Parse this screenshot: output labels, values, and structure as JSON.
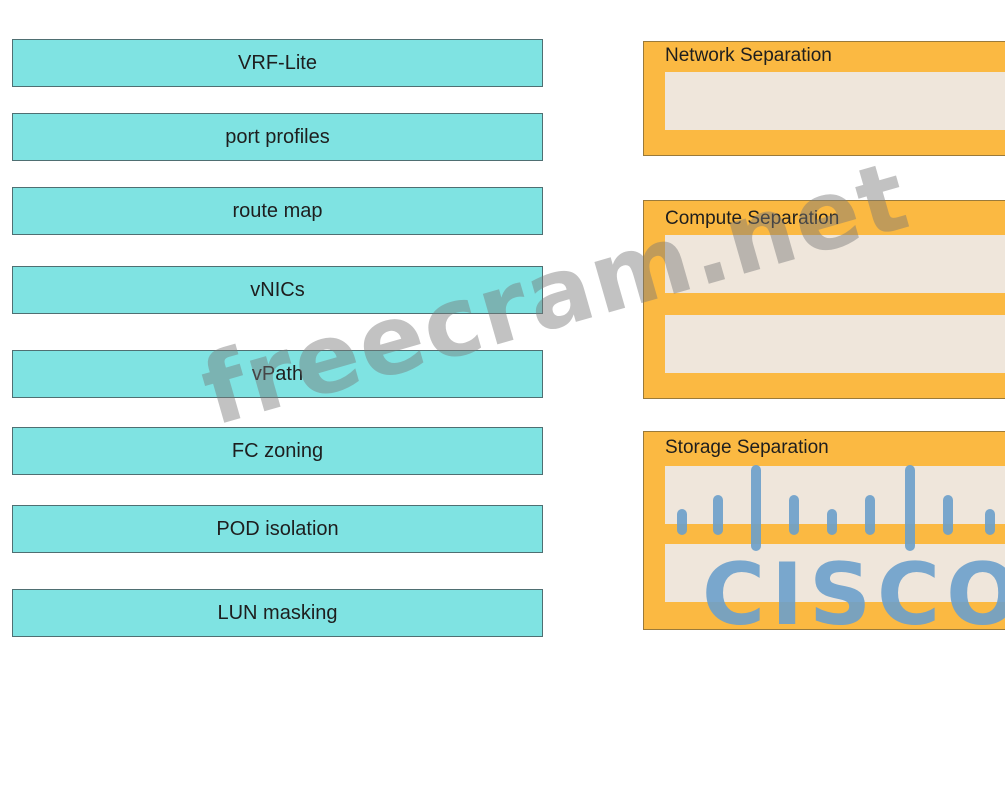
{
  "options": [
    {
      "label": "VRF-Lite"
    },
    {
      "label": "port profiles"
    },
    {
      "label": "route map"
    },
    {
      "label": "vNICs"
    },
    {
      "label": "vPath"
    },
    {
      "label": "FC zoning"
    },
    {
      "label": "POD isolation"
    },
    {
      "label": "LUN masking"
    }
  ],
  "targets": [
    {
      "title": "Network Separation",
      "slots": 1
    },
    {
      "title": "Compute Separation",
      "slots": 2
    },
    {
      "title": "Storage Separation",
      "slots": 2
    }
  ],
  "watermark": "freecram.net",
  "logo": {
    "text": "CISCO",
    "icon": "cisco-bars-icon"
  },
  "colors": {
    "option_bg": "#7fe3e2",
    "target_bg": "#fbb942",
    "slot_bg": "#efe6db",
    "logo": "#6ca0cb"
  }
}
